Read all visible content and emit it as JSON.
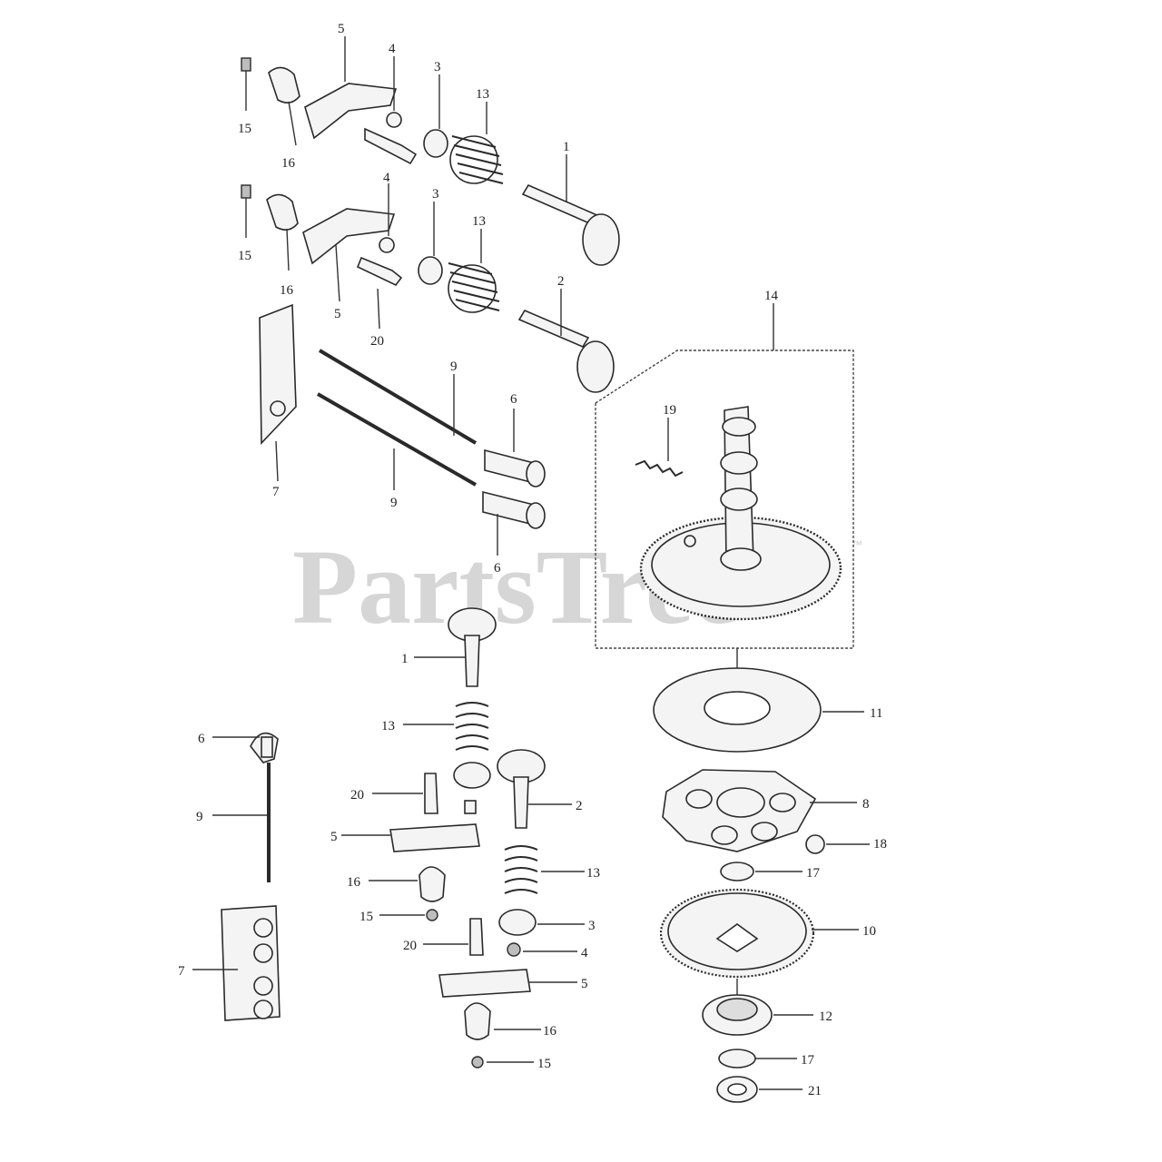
{
  "watermark": {
    "text": "PartsTree",
    "trademark": "™"
  },
  "labels": {
    "v1": "1",
    "v2": "2",
    "r3a": "3",
    "r3b": "3",
    "r4a": "4",
    "r4b": "4",
    "ra5a": "5",
    "ra5b": "5",
    "s13a": "13",
    "s13b": "13",
    "n15a": "15",
    "n15b": "15",
    "a16a": "16",
    "a16b": "16",
    "b20": "20",
    "pr9a": "9",
    "pr9b": "9",
    "t6a": "6",
    "t6b": "6",
    "p7": "7",
    "c14": "14",
    "p19": "19",
    "e1": "1",
    "e13a": "13",
    "e20a": "20",
    "e2": "2",
    "e5a": "5",
    "e16a": "16",
    "e13b": "13",
    "e15a": "15",
    "e3": "3",
    "e20b": "20",
    "e4": "4",
    "e5b": "5",
    "e16b": "16",
    "e15b": "15",
    "e6": "6",
    "e9": "9",
    "e7": "7",
    "w11": "11",
    "g8": "8",
    "b18": "18",
    "o17a": "17",
    "g10": "10",
    "h12": "12",
    "o17b": "17",
    "w21": "21"
  }
}
